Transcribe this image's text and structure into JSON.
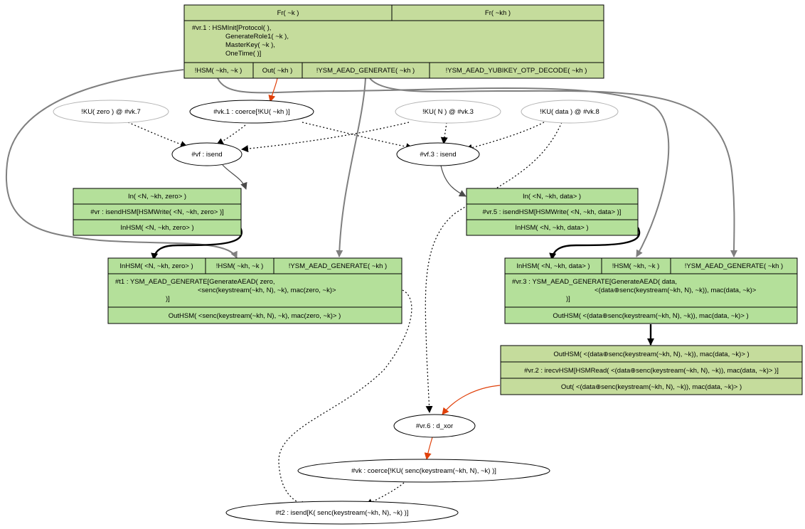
{
  "nodes": {
    "fr": {
      "premises": [
        "Fr( ~k )",
        "Fr( ~kh )"
      ],
      "body": [
        "#vr.1 : HSMInit[Protocol( ),",
        "GenerateRole1( ~k ),",
        "MasterKey( ~k ),",
        "OneTime( )]"
      ],
      "conclusions": [
        "!HSM( ~kh, ~k )",
        "Out( ~kh )",
        "!YSM_AEAD_GENERATE( ~kh )",
        "!YSM_AEAD_YUBIKEY_OTP_DECODE( ~kh )"
      ]
    },
    "vk1": "#vk.1 : coerce[!KU( ~kh )]",
    "ku_zero": "!KU( zero ) @ #vk.7",
    "ku_n": "!KU( N ) @ #vk.3",
    "ku_data": "!KU( data ) @ #vk.8",
    "vf": "#vf : isend",
    "vf3": "#vf.3 : isend",
    "vr_left": {
      "top": "In( <N, ~kh, zero> )",
      "mid": "#vr : isendHSM[HSMWrite( <N, ~kh, zero> )]",
      "bottom": "InHSM( <N, ~kh, zero> )"
    },
    "vr5": {
      "top": "In( <N, ~kh, data> )",
      "mid": "#vr.5 : isendHSM[HSMWrite( <N, ~kh, data> )]",
      "bottom": "InHSM( <N, ~kh, data> )"
    },
    "t1": {
      "premises": [
        "InHSM( <N, ~kh, zero> )",
        "!HSM( ~kh, ~k )",
        "!YSM_AEAD_GENERATE( ~kh )"
      ],
      "body": [
        "#t1 : YSM_AEAD_GENERATE[GenerateAEAD( zero,",
        "<senc(keystream(~kh, N), ~k), mac(zero, ~k)>",
        ")]"
      ],
      "conclusion": "OutHSM( <senc(keystream(~kh, N), ~k), mac(zero, ~k)> )"
    },
    "vr3": {
      "premises": [
        "InHSM( <N, ~kh, data> )",
        "!HSM( ~kh, ~k )",
        "!YSM_AEAD_GENERATE( ~kh )"
      ],
      "body": [
        "#vr.3 : YSM_AEAD_GENERATE[GenerateAEAD( data,",
        "<(data⊕senc(keystream(~kh, N), ~k)), mac(data, ~k)>",
        ")]"
      ],
      "conclusion": "OutHSM( <(data⊕senc(keystream(~kh, N), ~k)), mac(data, ~k)> )"
    },
    "vr2": {
      "top": "OutHSM( <(data⊕senc(keystream(~kh, N), ~k)), mac(data, ~k)> )",
      "mid": "#vr.2 : irecvHSM[HSMRead( <(data⊕senc(keystream(~kh, N), ~k)), mac(data, ~k)> )]",
      "bottom": "Out( <(data⊕senc(keystream(~kh, N), ~k)), mac(data, ~k)> )"
    },
    "vr6": "#vr.6 : d_xor",
    "vk": "#vk : coerce[!KU( senc(keystream(~kh, N), ~k) )]",
    "t2": "#t2 : isend[K( senc(keystream(~kh, N), ~k) )]"
  },
  "colors": {
    "rule_fill_dark": "#c5dc9c",
    "rule_fill_light": "#b4e09a",
    "edge_grey": "#7f7f7f",
    "edge_red": "#e0400a",
    "node_grey_border": "#b5b5b5"
  }
}
